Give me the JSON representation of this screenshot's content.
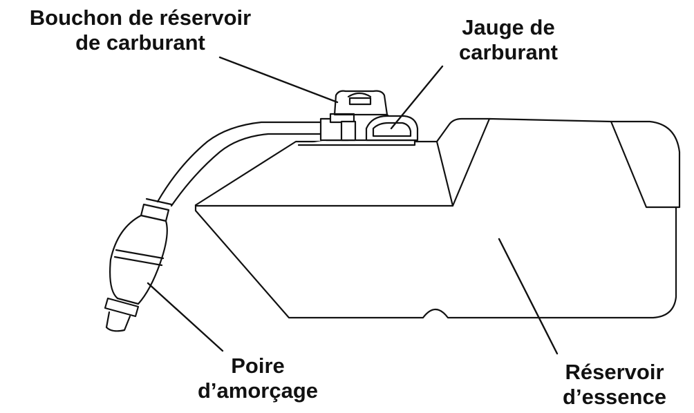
{
  "diagram": {
    "labels": {
      "fuel_cap": {
        "line1": "Bouchon de réservoir",
        "line2": "de carburant"
      },
      "fuel_gauge": {
        "line1": "Jauge de",
        "line2": "carburant"
      },
      "primer_bulb": {
        "line1": "Poire",
        "line2": "d’amorçage"
      },
      "fuel_tank": {
        "line1": "Réservoir",
        "line2": "d’essence"
      }
    },
    "colors": {
      "stroke": "#111111",
      "background": "#ffffff"
    }
  }
}
